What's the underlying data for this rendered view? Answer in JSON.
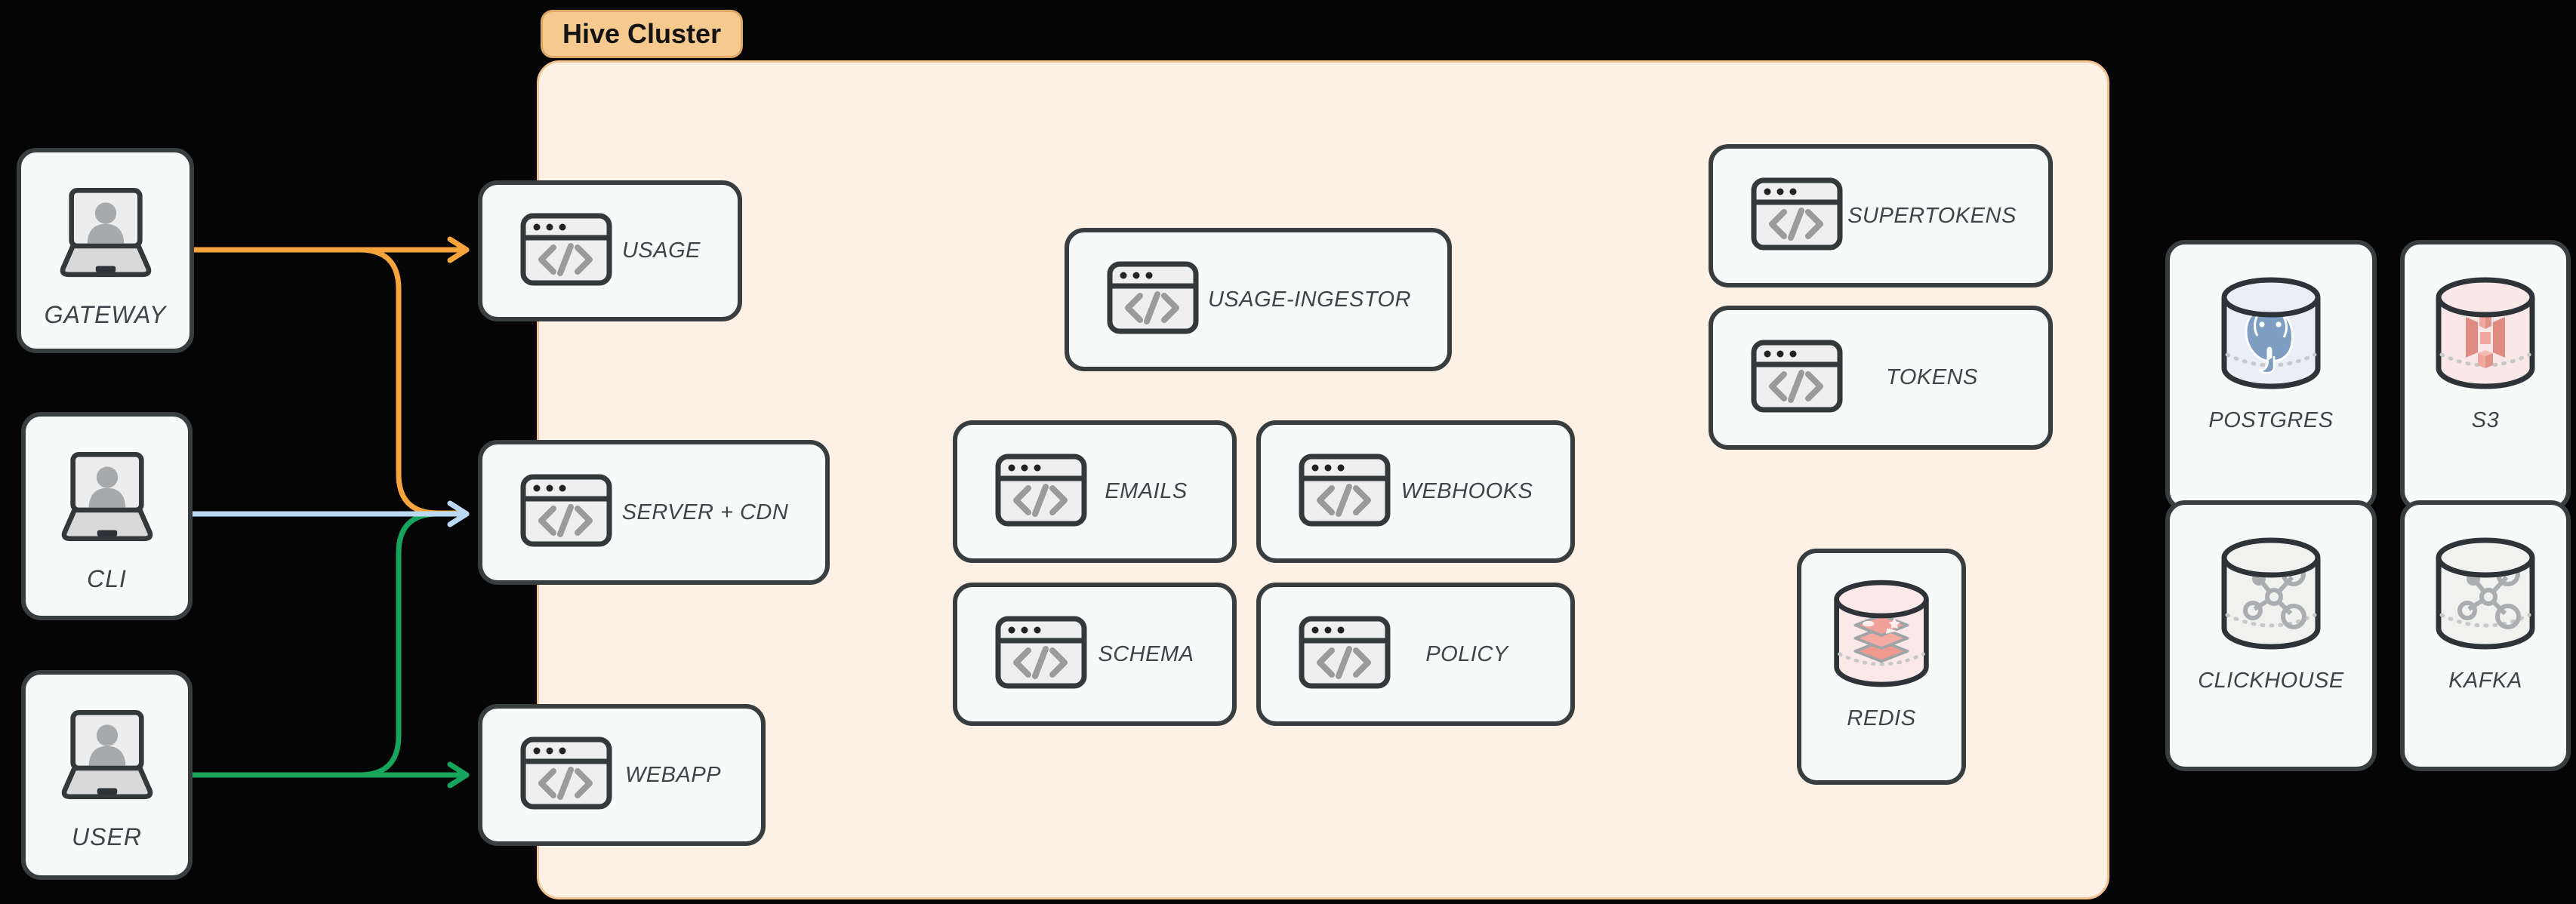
{
  "cluster": {
    "label": "Hive Cluster"
  },
  "clients": [
    {
      "label": "GATEWAY"
    },
    {
      "label": "CLI"
    },
    {
      "label": "USER"
    }
  ],
  "services": {
    "usage": {
      "label": "USAGE"
    },
    "server_cdn": {
      "label": "SERVER + CDN"
    },
    "webapp": {
      "label": "WEBAPP"
    },
    "usage_ingestor": {
      "label": "USAGE-INGESTOR"
    },
    "emails": {
      "label": "EMAILS"
    },
    "webhooks": {
      "label": "WEBHOOKS"
    },
    "schema": {
      "label": "SCHEMA"
    },
    "policy": {
      "label": "POLICY"
    },
    "supertokens": {
      "label": "SUPERTOKENS"
    },
    "tokens": {
      "label": "TOKENS"
    }
  },
  "datastores": {
    "redis": {
      "label": "REDIS"
    },
    "postgres": {
      "label": "POSTGRES"
    },
    "s3": {
      "label": "S3"
    },
    "clickhouse": {
      "label": "CLICKHOUSE"
    },
    "kafka": {
      "label": "KAFKA"
    }
  },
  "edges": [
    {
      "from": "GATEWAY",
      "to": "USAGE",
      "color": "#F8A43C"
    },
    {
      "from": "GATEWAY",
      "to": "SERVER + CDN",
      "color": "#F8A43C"
    },
    {
      "from": "CLI",
      "to": "SERVER + CDN",
      "color": "#BCD9F4"
    },
    {
      "from": "USER",
      "to": "WEBAPP",
      "color": "#17A45C"
    },
    {
      "from": "USER",
      "to": "SERVER + CDN",
      "color": "#17A45C"
    }
  ],
  "edge_colors": {
    "orange": "#F8A43C",
    "blue": "#BCD9F4",
    "green": "#17A45C"
  },
  "theme": {
    "background": "#050505",
    "cluster_fill": "#FDF1E6",
    "cluster_border": "#F3C291",
    "pill_fill": "#F6C98F",
    "card_fill": "#F8F9F9",
    "card_border": "#383D40",
    "redis_fill": "#FBE9EA",
    "postgres_fill": "#EAEEF5",
    "s3_fill": "#F9E8E7",
    "gray_db_fill": "#F1F1F0"
  },
  "icons": {
    "client": "laptop-user-icon",
    "service": "browser-code-icon",
    "datastore": "database-cylinder-icon"
  }
}
